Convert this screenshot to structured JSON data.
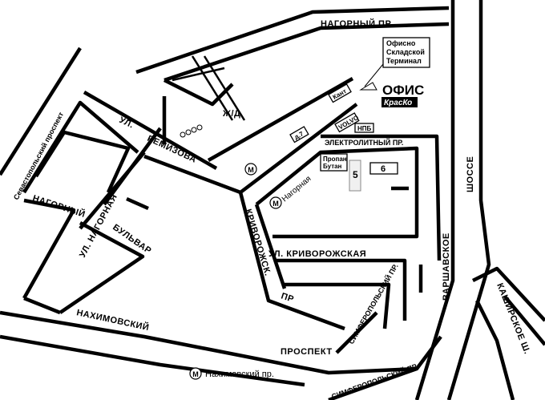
{
  "streets": {
    "nagorny_pr_top": "НАГОРНЫЙ  ПР.",
    "sevastopolsky": "Севастопольский проспект",
    "nagorny_bulvar_1": "НАГОРНЫЙ",
    "nagorny_bulvar_2": "БУЛЬВАР",
    "ul_nagornaya": "УЛ. НАГОРНАЯ",
    "ul_remizova_1": "УЛ.",
    "ul_remizova_2": "РЕМИЗОВА",
    "krivorozh_vert": "КРИВОРОЖСК.",
    "krivorozh_pr": "ПР",
    "ul_krivorozhskaya": "УЛ. КРИВОРОЖСКАЯ",
    "elektrolitny": "ЭЛЕКТРОЛИТНЫЙ ПР.",
    "nakhimovsky": "НАХИМОВСКИЙ",
    "prospekt": "ПРОСПЕКТ",
    "simferopolsky_1": "СИМФЕРОПОЛЬСКИЙ ПР.",
    "simferopolsky_2": "СИМФЕРОПОЛЬСКИЙ ПР.",
    "varshavskoe": "ВАРШАВСКОЕ",
    "shosse": "ШОССЕ",
    "kashirskoe": "КАШИРСКОЕ Ш."
  },
  "rail_label": "Ж/Д",
  "metro": {
    "symbol": "М",
    "nagornaya": "Нагорная",
    "nakhimovsky": "Нахимовский пр."
  },
  "terminal_box": [
    "Офисно",
    "Складской",
    "Терминал"
  ],
  "office": {
    "title": "ОФИС",
    "brand": "КрасКо"
  },
  "labels": {
    "kant": "Кант",
    "d7": "д.7",
    "volvo": "VOLVO",
    "npb": "НПБ",
    "propan_1": "Пропан",
    "propan_2": "Бутан",
    "num5": "5",
    "num6": "6"
  }
}
